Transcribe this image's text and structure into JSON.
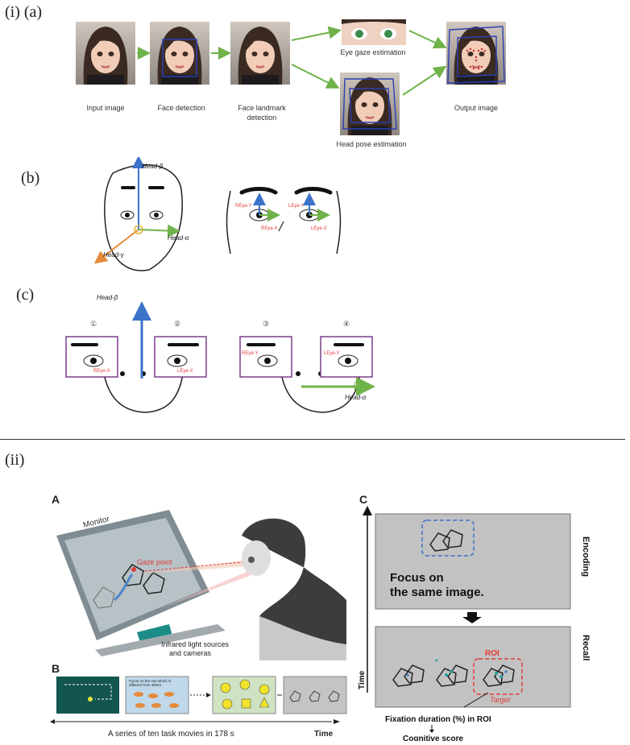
{
  "section_i": {
    "label": "(i) (a)",
    "pipeline": {
      "input": "Input image",
      "detect": "Face detection",
      "landmark_l1": "Face landmark",
      "landmark_l2": "detection",
      "gaze": "Eye gaze estimation",
      "pose": "Head pose estimation",
      "output": "Output image"
    },
    "b": {
      "label": "(b)",
      "head_beta": "Head-β",
      "head_alpha": "Head-α",
      "head_gamma": "Head-γ",
      "reye_y": "REye-Y",
      "reye_x": "REye-X",
      "leye_y": "LEye-Y",
      "leye_x": "LEye-X"
    },
    "c": {
      "label": "(c)",
      "head_beta": "Head-β",
      "head_alpha": "Head-α",
      "n1": "①",
      "n2": "②",
      "n3": "③",
      "n4": "④",
      "reye_x": "REye-X",
      "leye_x": "LEye-X",
      "reye_y": "REye-Y",
      "leye_y": "LEye-Y"
    }
  },
  "section_ii": {
    "label": "(ii)",
    "A": {
      "label": "A",
      "monitor": "Monitor",
      "gaze_point": "Gaze point",
      "ir_l1": "Infrared light sources",
      "ir_l2": "and cameras"
    },
    "B": {
      "label": "B",
      "task_text_l1": "Focus on the one which is",
      "task_text_l2": "different from others",
      "series": "A series of ten task movies in 178 s",
      "time": "Time"
    },
    "C": {
      "label": "C",
      "focus_l1": "Focus on",
      "focus_l2": "the same image.",
      "encoding": "Encoding",
      "recall": "Recall",
      "roi": "ROI",
      "target": "Target",
      "time": "Time",
      "fixation": "Fixation duration (%) in ROI",
      "cognitive": "Cognitive score"
    }
  },
  "colors": {
    "arrow_green": "#6fb24a",
    "box_blue": "#2c3fb5",
    "purple": "#7b3d8e",
    "red": "#e23b3b",
    "axis_blue": "#3a73c8"
  }
}
